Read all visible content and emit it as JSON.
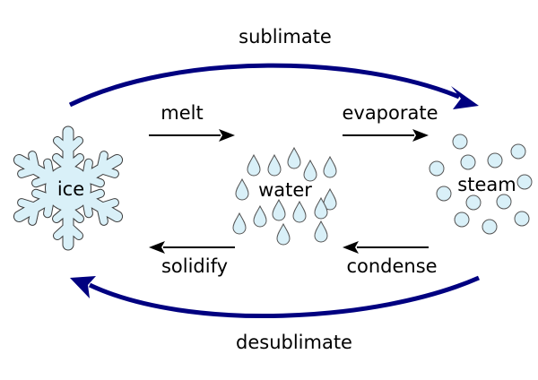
{
  "states": {
    "solid": "ice",
    "liquid": "water",
    "gas": "steam"
  },
  "transitions": {
    "sublimate": "sublimate",
    "melt": "melt",
    "evaporate": "evaporate",
    "solidify": "solidify",
    "condense": "condense",
    "desublimate": "desublimate"
  },
  "colors": {
    "arc_arrow": "#000080",
    "straight_arrow": "#000000",
    "particle_fill": "#d9f0f8",
    "particle_stroke": "#555555",
    "background": "#ffffff"
  },
  "icons": {
    "solid": "snowflake-icon",
    "liquid": "droplet-icon",
    "gas": "bubble-icon"
  }
}
